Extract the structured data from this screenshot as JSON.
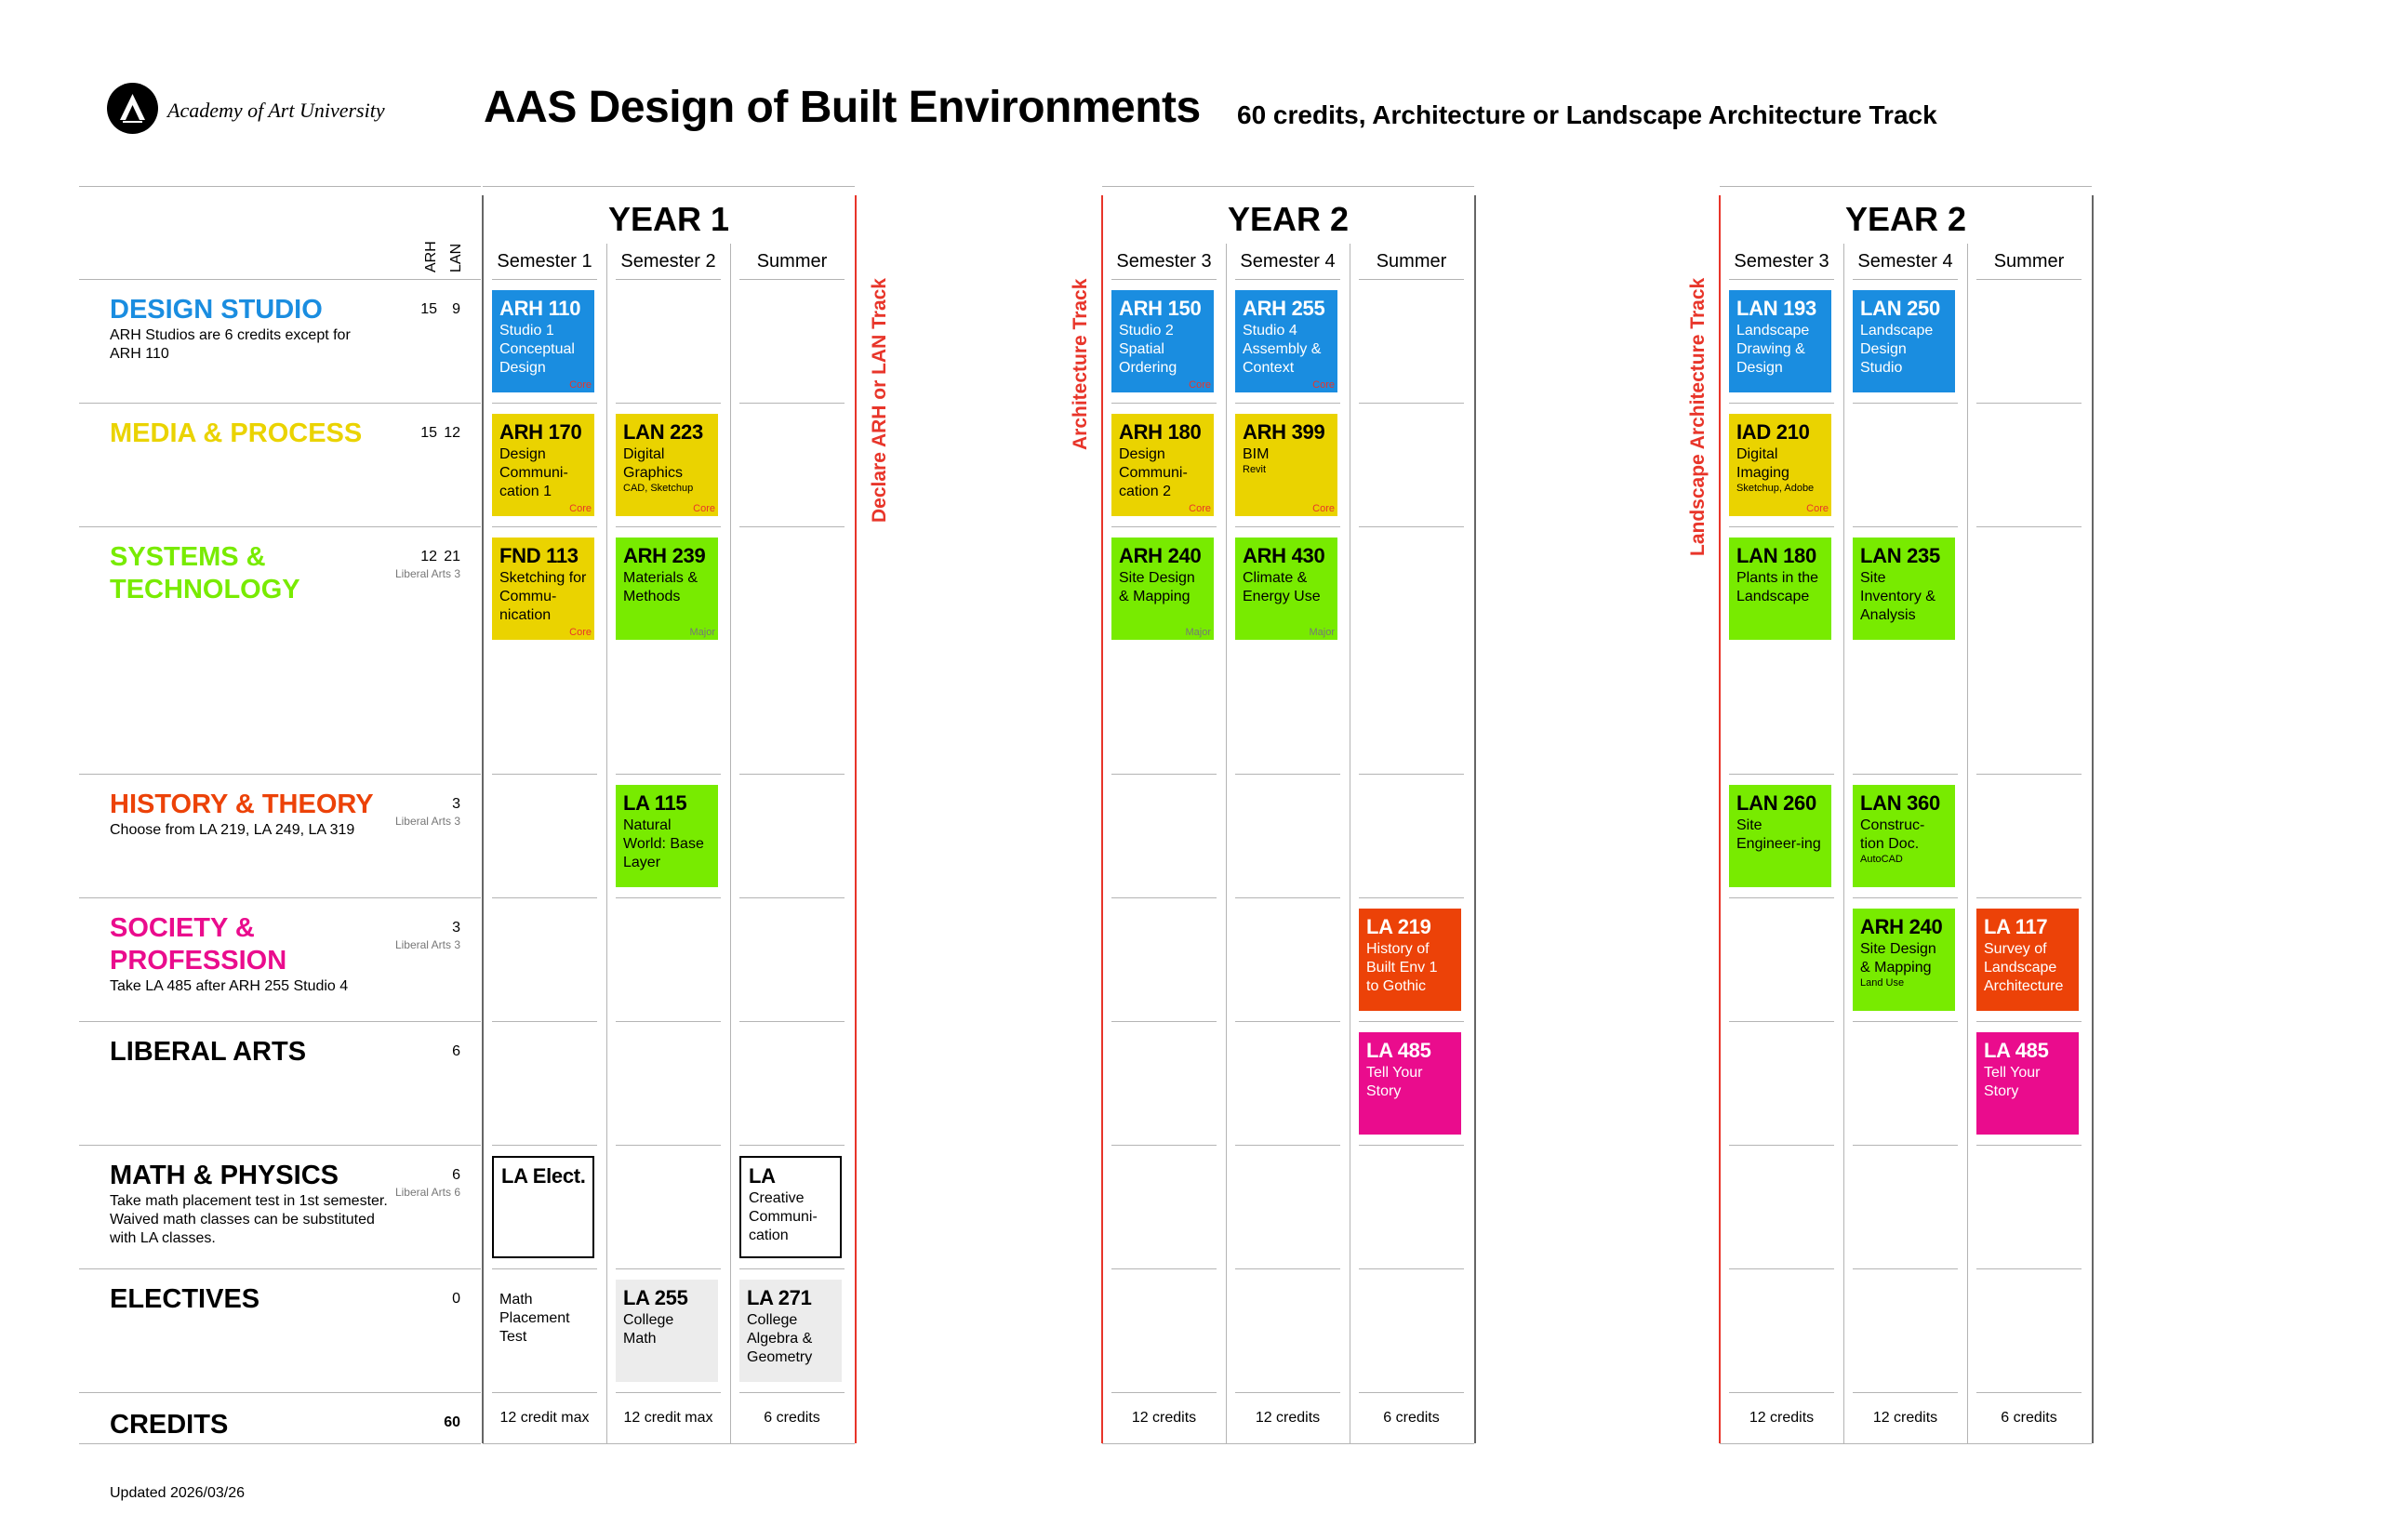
{
  "header": {
    "logo_text": "Academy of Art University",
    "title": "AAS Design of Built Environments",
    "subtitle": "60 credits, Architecture or Landscape Architecture Track"
  },
  "columns_header": {
    "arh": "ARH",
    "lan": "LAN"
  },
  "categories": [
    {
      "name": "DESIGN STUDIO",
      "color": "#1a8de0",
      "note": "ARH Studios are 6 credits except for\nARH 110",
      "arh": "15",
      "lan": "9",
      "sub": ""
    },
    {
      "name": "MEDIA & PROCESS",
      "color": "#ead300",
      "note": "",
      "arh": "15",
      "lan": "12",
      "sub": ""
    },
    {
      "name": "SYSTEMS &\nTECHNOLOGY",
      "color": "#78eb00",
      "note": "",
      "arh": "12",
      "lan": "21",
      "sub": "Liberal Arts 3"
    },
    {
      "name": "HISTORY & THEORY",
      "color": "#ec4208",
      "note": "Choose from LA 219, LA 249, LA 319",
      "arh": "",
      "lan": "3",
      "sub": "Liberal Arts 3"
    },
    {
      "name": "SOCIETY &\nPROFESSION",
      "color": "#ea0c8d",
      "note": "Take LA 485 after ARH 255 Studio 4",
      "arh": "",
      "lan": "3",
      "sub": "Liberal Arts 3"
    },
    {
      "name": "LIBERAL ARTS",
      "color": "#000000",
      "note": "",
      "arh": "",
      "lan": "6",
      "sub": ""
    },
    {
      "name": "MATH & PHYSICS",
      "color": "#000000",
      "note": "Take math placement test in 1st semester.\nWaived math classes can be substituted\nwith LA classes.",
      "arh": "",
      "lan": "6",
      "sub": "Liberal Arts 6"
    },
    {
      "name": "ELECTIVES",
      "color": "#000000",
      "note": "",
      "arh": "",
      "lan": "0",
      "sub": ""
    },
    {
      "name": "CREDITS",
      "color": "#000000",
      "note": "",
      "arh": "",
      "lan": "60",
      "sub": ""
    }
  ],
  "years": [
    {
      "title": "YEAR 1",
      "semesters": [
        "Semester 1",
        "Semester 2",
        "Summer"
      ],
      "totals": [
        "12 credit max",
        "12 credit max",
        "6 credits"
      ]
    },
    {
      "title": "YEAR 2",
      "semesters": [
        "Semester 3",
        "Semester 4",
        "Summer"
      ],
      "totals": [
        "12 credits",
        "12 credits",
        "6 credits"
      ]
    },
    {
      "title": "YEAR 2",
      "semesters": [
        "Semester 3",
        "Semester 4",
        "Summer"
      ],
      "totals": [
        "12 credits",
        "12 credits",
        "6 credits"
      ]
    }
  ],
  "track_labels": {
    "declare": "Declare ARH or LAN Track",
    "architecture": "Architecture Track",
    "landscape": "Landscape Architecture Track"
  },
  "courses": [
    {
      "year": 0,
      "col": 0,
      "row": 0,
      "code": "ARH 110",
      "name": "Studio 1 Conceptual Design",
      "small": "",
      "tag": "Core",
      "tag_type": "core",
      "style": "blue"
    },
    {
      "year": 0,
      "col": 0,
      "row": 1,
      "code": "ARH 170",
      "name": "Design Communi-cation 1",
      "small": "",
      "tag": "Core",
      "tag_type": "core",
      "style": "yellow"
    },
    {
      "year": 0,
      "col": 1,
      "row": 1,
      "code": "LAN 223",
      "name": "Digital Graphics",
      "small": "CAD, Sketchup",
      "tag": "Core",
      "tag_type": "core",
      "style": "yellow"
    },
    {
      "year": 0,
      "col": 0,
      "row": 2,
      "code": "FND 113",
      "name": "Sketching for Commu-nication",
      "small": "",
      "tag": "Core",
      "tag_type": "core",
      "style": "yellow"
    },
    {
      "year": 0,
      "col": 1,
      "row": 2,
      "code": "ARH 239",
      "name": "Materials & Methods",
      "small": "",
      "tag": "Major",
      "tag_type": "major",
      "style": "green"
    },
    {
      "year": 0,
      "col": 1,
      "row": 3,
      "code": "LA 115",
      "name": "Natural World: Base Layer",
      "small": "",
      "tag": "",
      "tag_type": "",
      "style": "green"
    },
    {
      "year": 0,
      "col": 0,
      "row": 6,
      "code": "LA Elect.",
      "name": "",
      "small": "",
      "tag": "",
      "tag_type": "",
      "style": "outline"
    },
    {
      "year": 0,
      "col": 2,
      "row": 6,
      "code": "LA",
      "name": "Creative Communi-cation",
      "small": "",
      "tag": "",
      "tag_type": "",
      "style": "outline"
    },
    {
      "year": 0,
      "col": 0,
      "row": 7,
      "code": "",
      "name": "Math Placement Test",
      "small": "",
      "tag": "",
      "tag_type": "",
      "style": "plain"
    },
    {
      "year": 0,
      "col": 1,
      "row": 7,
      "code": "LA 255",
      "name": "College Math",
      "small": "",
      "tag": "",
      "tag_type": "",
      "style": "grey"
    },
    {
      "year": 0,
      "col": 2,
      "row": 7,
      "code": "LA 271",
      "name": "College Algebra & Geometry",
      "small": "",
      "tag": "",
      "tag_type": "",
      "style": "grey"
    },
    {
      "year": 1,
      "col": 0,
      "row": 0,
      "code": "ARH 150",
      "name": "Studio 2 Spatial Ordering",
      "small": "",
      "tag": "Core",
      "tag_type": "core",
      "style": "blue"
    },
    {
      "year": 1,
      "col": 1,
      "row": 0,
      "code": "ARH 255",
      "name": "Studio 4 Assembly & Context",
      "small": "",
      "tag": "Core",
      "tag_type": "core",
      "style": "blue"
    },
    {
      "year": 1,
      "col": 0,
      "row": 1,
      "code": "ARH 180",
      "name": "Design Communi-cation 2",
      "small": "",
      "tag": "Core",
      "tag_type": "core",
      "style": "yellow"
    },
    {
      "year": 1,
      "col": 1,
      "row": 1,
      "code": "ARH 399",
      "name": "BIM",
      "small": "Revit",
      "tag": "Core",
      "tag_type": "core",
      "style": "yellow"
    },
    {
      "year": 1,
      "col": 0,
      "row": 2,
      "code": "ARH 240",
      "name": "Site Design & Mapping",
      "small": "",
      "tag": "Major",
      "tag_type": "major",
      "style": "green"
    },
    {
      "year": 1,
      "col": 1,
      "row": 2,
      "code": "ARH 430",
      "name": "Climate & Energy Use",
      "small": "",
      "tag": "Major",
      "tag_type": "major",
      "style": "green"
    },
    {
      "year": 1,
      "col": 2,
      "row": 4,
      "code": "LA 219",
      "name": "History of Built Env 1 to Gothic",
      "small": "",
      "tag": "",
      "tag_type": "",
      "style": "orange"
    },
    {
      "year": 1,
      "col": 2,
      "row": 5,
      "code": "LA 485",
      "name": "Tell Your Story",
      "small": "",
      "tag": "",
      "tag_type": "",
      "style": "pink"
    },
    {
      "year": 2,
      "col": 0,
      "row": 0,
      "code": "LAN 193",
      "name": "Landscape Drawing & Design",
      "small": "",
      "tag": "",
      "tag_type": "",
      "style": "blue"
    },
    {
      "year": 2,
      "col": 1,
      "row": 0,
      "code": "LAN 250",
      "name": "Landscape Design Studio",
      "small": "",
      "tag": "",
      "tag_type": "",
      "style": "blue"
    },
    {
      "year": 2,
      "col": 0,
      "row": 1,
      "code": "IAD 210",
      "name": "Digital Imaging",
      "small": "Sketchup, Adobe",
      "tag": "Core",
      "tag_type": "core",
      "style": "yellow"
    },
    {
      "year": 2,
      "col": 0,
      "row": 2,
      "code": "LAN 180",
      "name": "Plants in the Landscape",
      "small": "",
      "tag": "",
      "tag_type": "",
      "style": "green"
    },
    {
      "year": 2,
      "col": 1,
      "row": 2,
      "code": "LAN 235",
      "name": "Site Inventory & Analysis",
      "small": "",
      "tag": "",
      "tag_type": "",
      "style": "green"
    },
    {
      "year": 2,
      "col": 0,
      "row": 3,
      "code": "LAN 260",
      "name": "Site Engineer-ing",
      "small": "",
      "tag": "",
      "tag_type": "",
      "style": "green"
    },
    {
      "year": 2,
      "col": 1,
      "row": 3,
      "code": "LAN 360",
      "name": "Construc-tion Doc.",
      "small": "AutoCAD",
      "tag": "",
      "tag_type": "",
      "style": "green"
    },
    {
      "year": 2,
      "col": 1,
      "row": 4,
      "code": "ARH 240",
      "name": "Site Design & Mapping",
      "small": "Land Use",
      "tag": "",
      "tag_type": "",
      "style": "green"
    },
    {
      "year": 2,
      "col": 2,
      "row": 4,
      "code": "LA 117",
      "name": "Survey of Landscape Architecture",
      "small": "",
      "tag": "",
      "tag_type": "",
      "style": "orange"
    },
    {
      "year": 2,
      "col": 2,
      "row": 5,
      "code": "LA 485",
      "name": "Tell Your Story",
      "small": "",
      "tag": "",
      "tag_type": "",
      "style": "pink"
    }
  ],
  "footer": {
    "updated": "Updated 2026/03/26"
  }
}
